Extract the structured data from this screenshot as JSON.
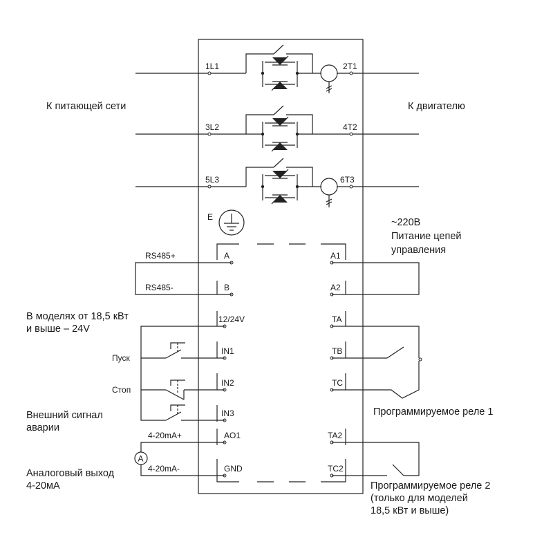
{
  "labels": {
    "supply_side": "К питающей сети",
    "motor_side": "К двигателю",
    "earth": "E",
    "control_power_voltage": "~220В",
    "control_power_l1": "Питание цепей",
    "control_power_l2": "управления",
    "voltage_note_l1": "В моделях от 18,5 кВт",
    "voltage_note_l2": "и выше – 24V",
    "start": "Пуск",
    "stop": "Стоп",
    "ext_alarm_l1": "Внешний сигнал",
    "ext_alarm_l2": "аварии",
    "analog_out_l1": "Аналоговый выход",
    "analog_out_l2": "4-20мА",
    "relay1": "Программируемое реле 1",
    "relay2_l1": "Программируемое реле 2",
    "relay2_l2": "(только для моделей",
    "relay2_l3": "18,5 кВт и выше)",
    "ammeter": "A"
  },
  "power_terminals": {
    "in": [
      "1L1",
      "3L2",
      "5L3"
    ],
    "out": [
      "2T1",
      "4T2",
      "6T3"
    ]
  },
  "wire_labels": {
    "rs485_plus": "RS485+",
    "rs485_minus": "RS485-",
    "ma_plus": "4-20mA+",
    "ma_minus": "4-20mA-"
  },
  "control_terminals": {
    "left": [
      "A",
      "B",
      "12/24V",
      "IN1",
      "IN2",
      "IN3",
      "AO1",
      "GND"
    ],
    "right": [
      "A1",
      "A2",
      "TA",
      "TB",
      "TC",
      "TA2",
      "TC2"
    ]
  }
}
